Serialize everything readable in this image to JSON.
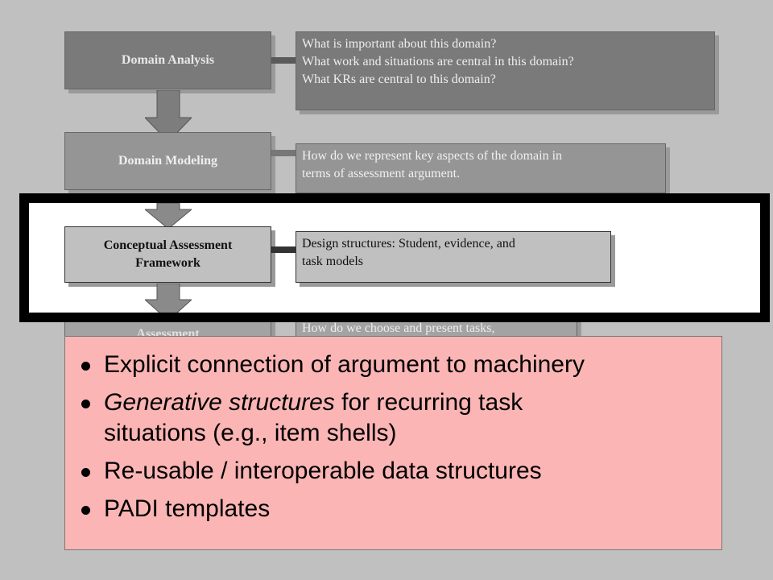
{
  "stages": [
    {
      "id": "domain-analysis",
      "label": "Domain Analysis",
      "questions": [
        "What is important about this domain?",
        "What work and situations are central in this domain?",
        "What KRs are central to this domain?"
      ]
    },
    {
      "id": "domain-modeling",
      "label": "Domain Modeling",
      "questions": [
        "How do we represent key aspects of the  domain in",
        "terms of assessment  argument."
      ]
    },
    {
      "id": "cap",
      "label_line1": "Conceptual Assessment",
      "label_line2": "Framework",
      "questions": [
        "Design structures: Student, evidence, and",
        "task models"
      ]
    },
    {
      "id": "assessment",
      "label": "Assessment",
      "questions": [
        "How do we choose and present tasks,"
      ]
    }
  ],
  "bullets": [
    {
      "text": "Explicit connection of argument to machinery"
    },
    {
      "italic": "Generative structures",
      "rest": " for recurring task",
      "line2": "situations (e.g., item shells)"
    },
    {
      "text": "Re-usable / interoperable data structures"
    },
    {
      "text": "PADI templates"
    }
  ],
  "colors": {
    "background": "#c0c0c0",
    "stage1": "#7a7a7a",
    "stage2": "#959595",
    "highlight_box": "#c0c0c0",
    "panel": "#fbb5b5",
    "band_border": "#000000"
  }
}
